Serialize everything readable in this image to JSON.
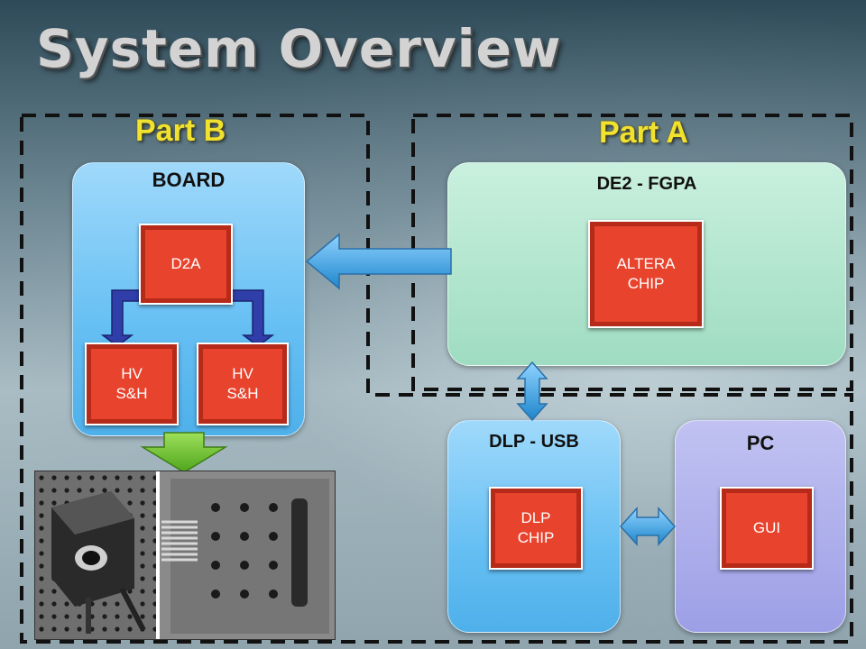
{
  "title": "System Overview",
  "part_b_label": "Part B",
  "part_a_label": "Part A",
  "board": {
    "title": "BOARD",
    "d2a": "D2A",
    "hv_left": "HV\nS&H",
    "hv_right": "HV\nS&H"
  },
  "de2": {
    "title": "DE2 - FGPA",
    "chip": "ALTERA\nCHIP"
  },
  "dlp": {
    "title": "DLP - USB",
    "chip": "DLP\nCHIP"
  },
  "pc": {
    "title": "PC",
    "chip": "GUI"
  },
  "colors": {
    "chip_red": "#e8432d",
    "part_label_yellow": "#f2e230",
    "arrow_blue": "#3aa0dc",
    "arrow_green": "#6bbf2a"
  }
}
